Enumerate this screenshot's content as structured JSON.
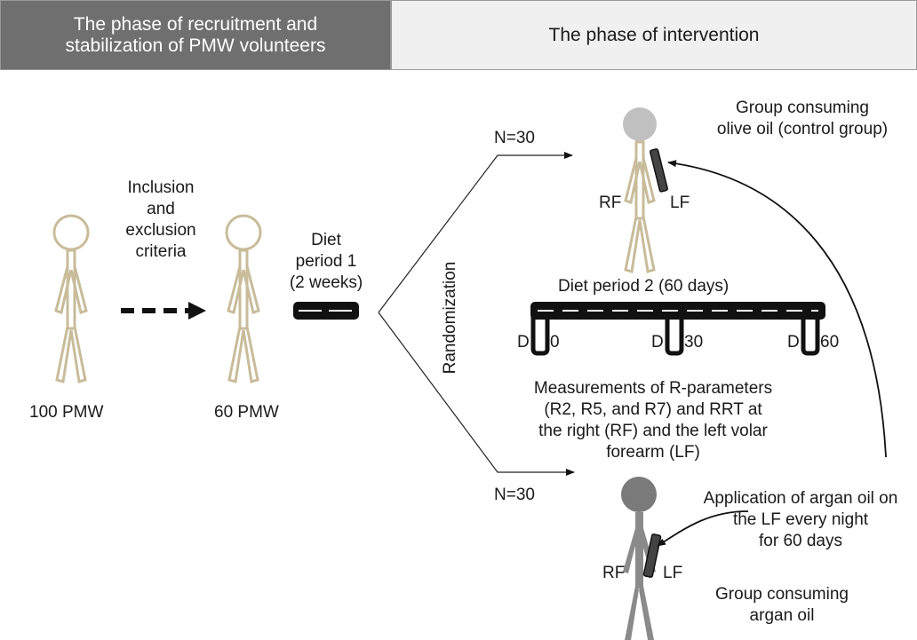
{
  "header": {
    "phase_recruitment": "The phase of recruitment and stabilization of PMW volunteers",
    "phase_recruitment_line1": "The phase of recruitment and",
    "phase_recruitment_line2": "stabilization of PMW volunteers",
    "phase_intervention": "The phase of intervention"
  },
  "labels": {
    "initial_pmw": "100 PMW",
    "selected_pmw": "60 PMW",
    "criteria": [
      "Inclusion",
      "and",
      "exclusion",
      "criteria"
    ],
    "diet_period_1": [
      "Diet",
      "period 1",
      "(2 weeks)"
    ],
    "randomization": "Randomization",
    "n_top": "N=30",
    "n_bottom": "N=30",
    "olive_group": [
      "Group consuming",
      "olive oil (control group)"
    ],
    "argan_group": [
      "Group consuming",
      "argan oil"
    ],
    "rf": "RF",
    "lf": "LF",
    "diet_period_2": "Diet period 2 (60 days)",
    "day_marks": [
      "D",
      "0",
      "D",
      "30",
      "D",
      "60"
    ],
    "measurements": [
      "Measurements of R-parameters",
      "(R2, R5, and R7) and RRT at",
      "the right (RF) and the left volar",
      "forearm (LF)"
    ],
    "application": [
      "Application of argan oil on",
      "the LF every night",
      "for 60 days"
    ]
  },
  "colors": {
    "header_dark": "#6f6f6f",
    "header_light": "#f0f0f0",
    "figure_outline": "#c8bc9a",
    "olive_figure": "#c0c0c0",
    "argan_figure": "#7a7a7a",
    "bar_black": "#111111"
  }
}
